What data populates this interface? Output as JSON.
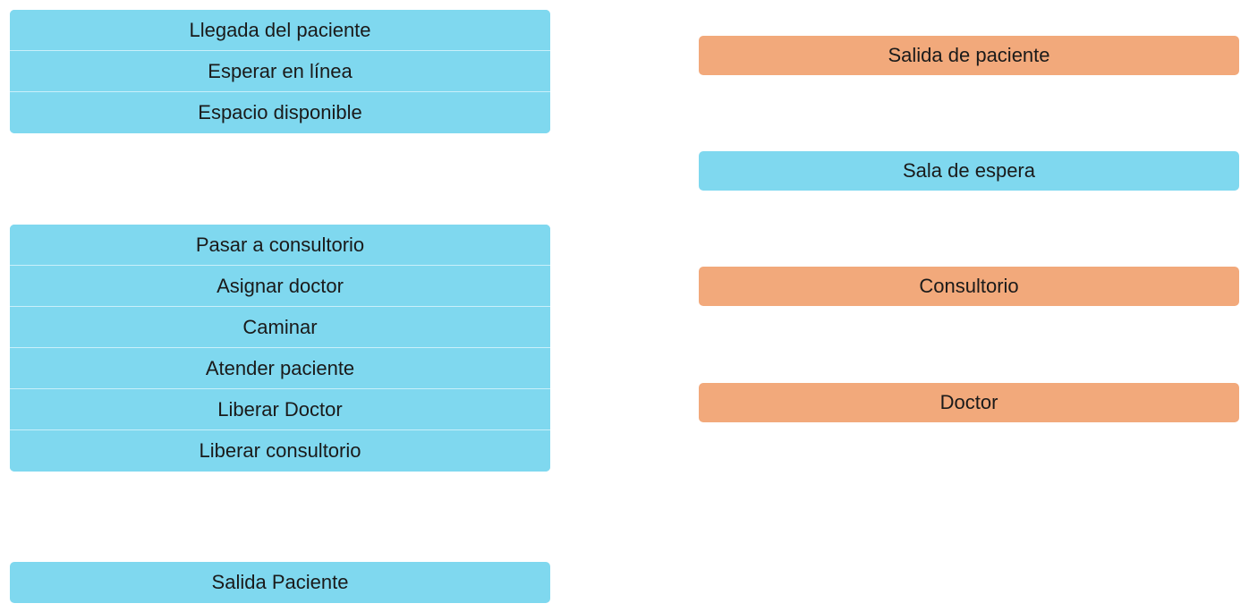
{
  "processes": {
    "arrival_group": [
      "Llegada del paciente",
      "Esperar en línea",
      "Espacio disponible"
    ],
    "consult_group": [
      "Pasar a consultorio",
      "Asignar doctor",
      "Caminar",
      "Atender paciente",
      "Liberar Doctor",
      "Liberar consultorio"
    ],
    "exit_group": [
      "Salida Paciente"
    ]
  },
  "entities": [
    {
      "label": "Salida de paciente",
      "color": "#f2a97b"
    },
    {
      "label": "Sala de espera",
      "color": "#7fd8ef"
    },
    {
      "label": "Consultorio",
      "color": "#f2a97b"
    },
    {
      "label": "Doctor",
      "color": "#f2a97b"
    }
  ]
}
